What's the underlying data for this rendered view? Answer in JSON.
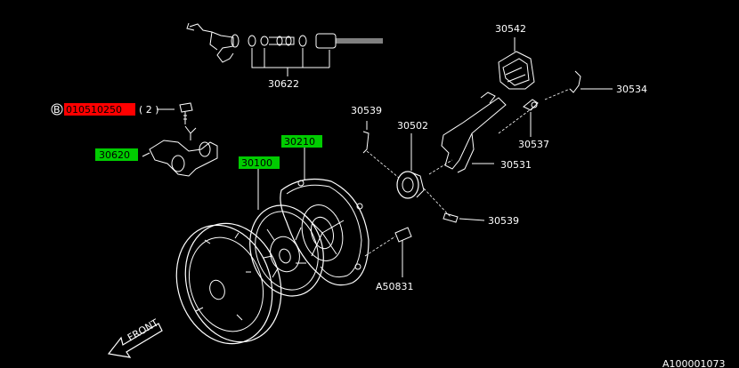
{
  "colors": {
    "background": "#000000",
    "line": "#ffffff",
    "highlight_green": "#00cc00",
    "highlight_red": "#ff0000"
  },
  "labels": {
    "p30622": "30622",
    "p30542": "30542",
    "p30534": "30534",
    "p30539_top": "30539",
    "p30502": "30502",
    "p30537": "30537",
    "p30531": "30531",
    "p30539_bottom": "30539",
    "p30210": "30210",
    "p30100": "30100",
    "p30620": "30620",
    "bolt_code": "010510250",
    "bolt_qty": "( 2 )",
    "bolt_marker": "B",
    "pA50831": "A50831",
    "front": "FRONT",
    "diagram_id": "A100001073"
  }
}
